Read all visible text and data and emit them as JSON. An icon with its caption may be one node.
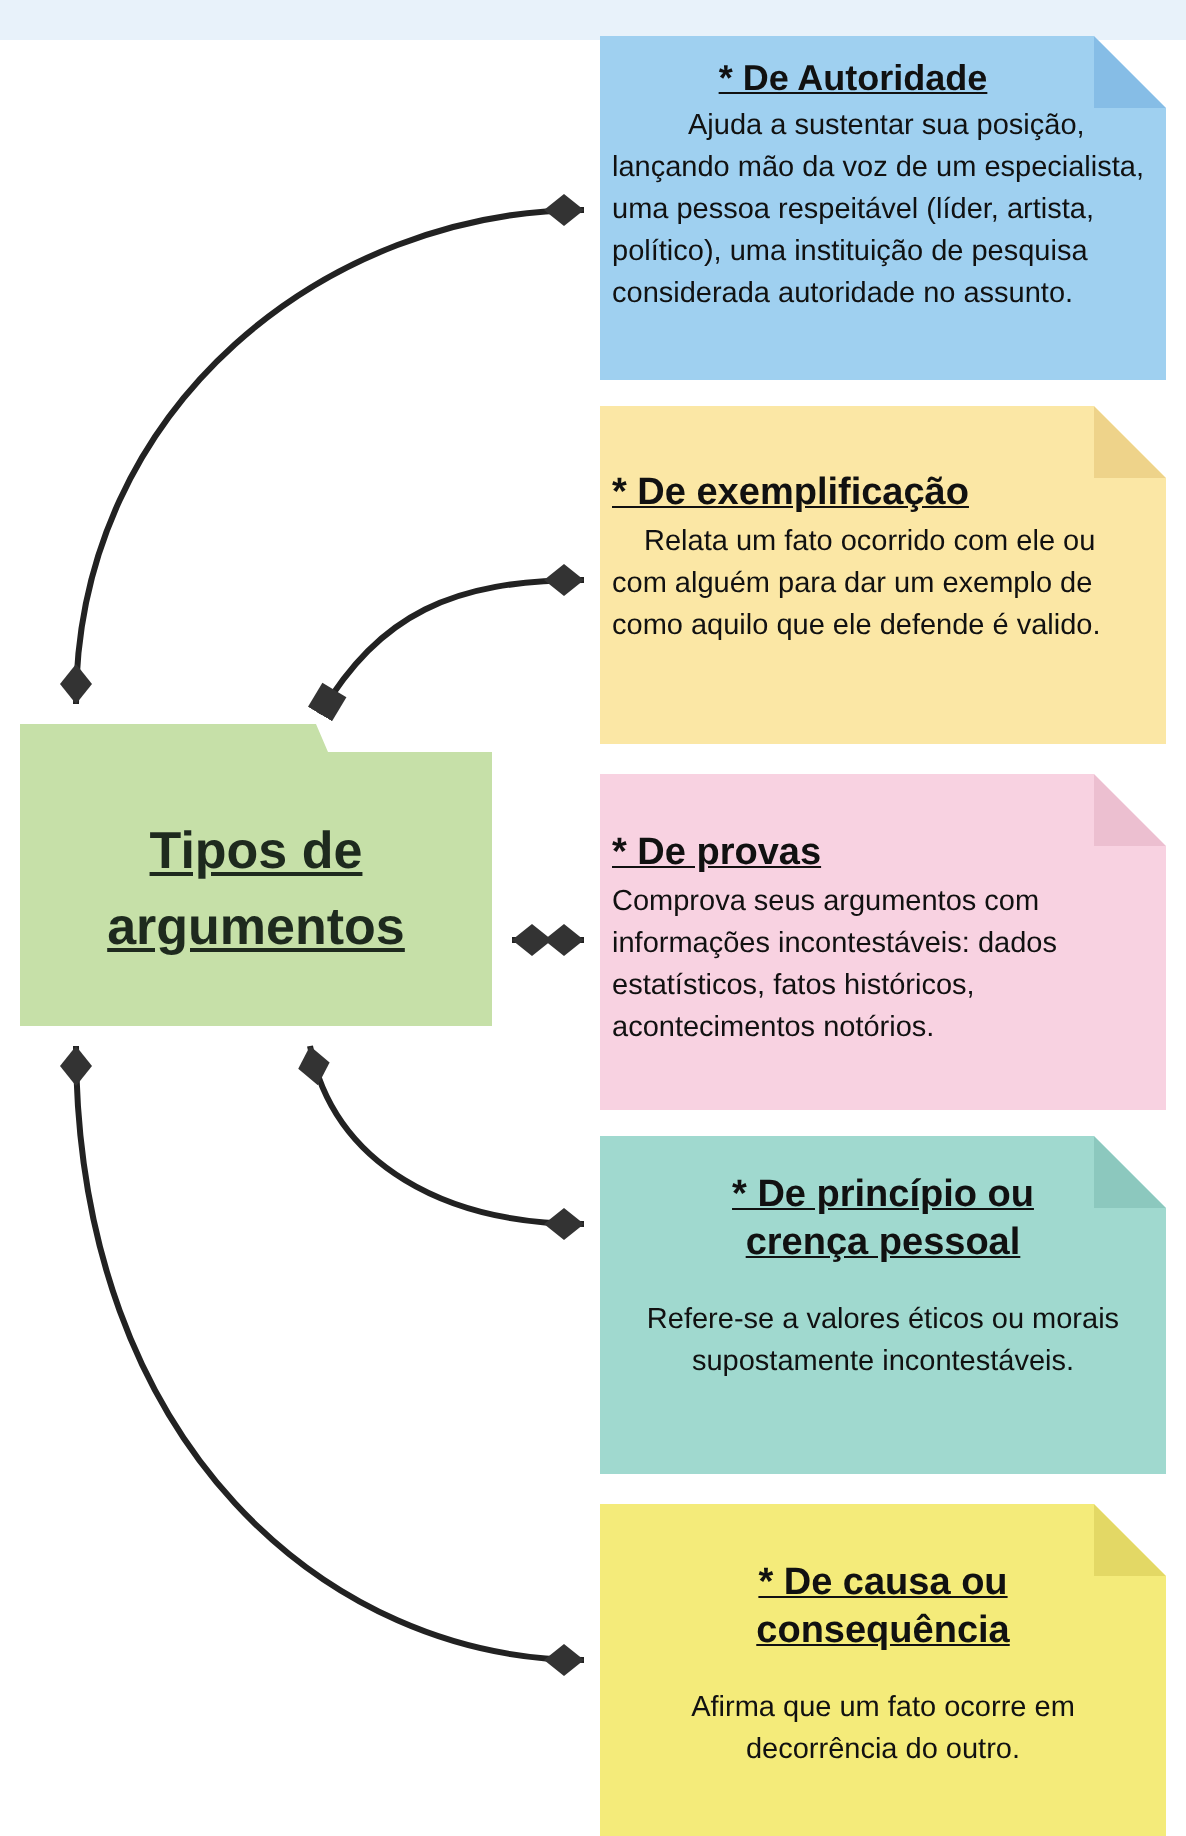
{
  "diagram": {
    "nodes": [
      {
        "text": [
          "Tipos de argumentos"
        ]
      },
      {
        "text": [
          "* De Autoridade",
          "Ajuda a sustentar sua posição, lançando mão da voz de um especialista, uma pessoa respeitável (líder, artista, político), uma instituição de pesquisa considerada autoridade no assunto."
        ]
      },
      {
        "text": [
          "* De exemplificação",
          "Relata um fato ocorrido com ele ou com alguém para dar um exemplo de como aquilo que ele defende é valido."
        ]
      },
      {
        "text": [
          "* De provas",
          "Comprova seus argumentos com informações incontestáveis: dados estatísticos, fatos históricos, acontecimentos notórios."
        ]
      },
      {
        "text": [
          "* De princípio ou crença pessoal",
          "Refere-se a valores éticos ou morais supostamente incontestáveis."
        ]
      },
      {
        "text": [
          "* De causa ou consequência",
          "Afirma que um fato ocorre em decorrência do outro."
        ]
      }
    ],
    "edges": [
      {
        "from": 0,
        "to": 1,
        "arrow": "other"
      },
      {
        "from": 0,
        "to": 2,
        "arrow": "other"
      },
      {
        "from": 0,
        "to": 3,
        "arrow": "other"
      },
      {
        "from": 0,
        "to": 4,
        "arrow": "other"
      },
      {
        "from": 0,
        "to": 5,
        "arrow": "other"
      }
    ]
  }
}
